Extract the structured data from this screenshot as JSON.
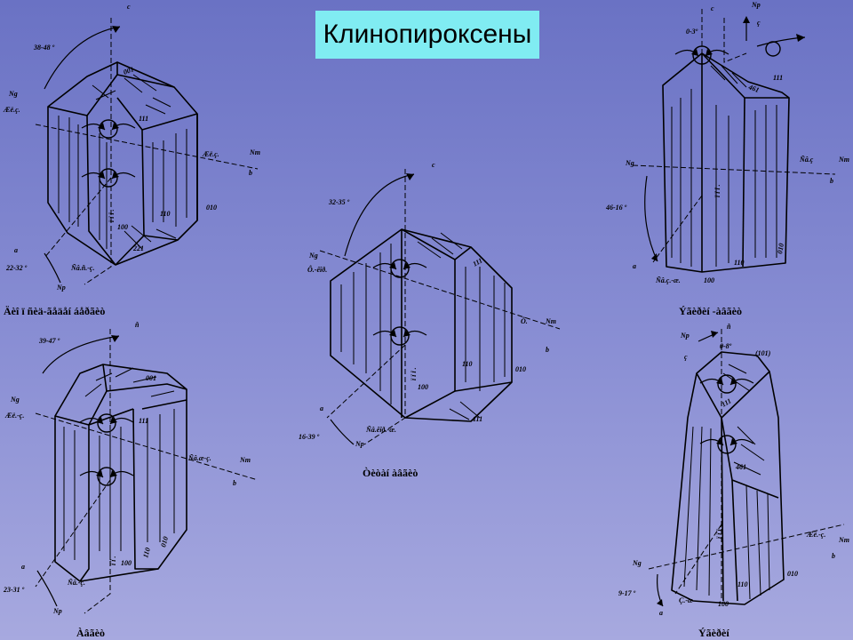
{
  "title": "Клинопироксены",
  "crystals": [
    {
      "caption": "Äèî ï ñèä-ãåäåí áåðãèò",
      "angle": "38-48 º",
      "angle_low": "22-32 º",
      "axis_c": "c",
      "ng": "Ng",
      "ng_sub": "Æë.ç.",
      "nm": "Nm",
      "nm_sub": "Æë.ç.",
      "b": "b",
      "a": "a",
      "np": "Np",
      "np_sub": "Ñâ.ñ.-ç.",
      "faces": [
        "001",
        "111",
        "110",
        "100",
        "221",
        "010"
      ],
      "cleavage": "ï ï ï ."
    },
    {
      "caption": "Àâãèò",
      "angle": "39-47 º",
      "angle_low": "23-31 º",
      "axis_c": "ñ",
      "ng": "Ng",
      "ng_sub": "Æë.-ç.",
      "nm": "Nm",
      "nm_sub": "Ñâ.æ-ç.",
      "b": "b",
      "a": "a",
      "np": "Np",
      "np_sub": "Ñâ.-ç.",
      "faces": [
        "001",
        "111",
        "110",
        "100",
        "010"
      ],
      "cleavage": "ï ï ."
    },
    {
      "caption": "Òèòàí àâãèò",
      "angle": "32-35 º",
      "angle_low": "16-39 º",
      "axis_c": "c",
      "ng": "Ng",
      "ng_sub": "Ô.-êîð.",
      "nm": "Nm",
      "nm_sub": "Ô.",
      "b": "b",
      "a": "a",
      "np": "Np",
      "np_sub": "Ñâ.êîð.-æ.",
      "faces": [
        "111",
        "110",
        "100",
        "010",
        "111"
      ],
      "cleavage": "ï ï ï ."
    },
    {
      "caption": "Ýãèðèí -àâãèò",
      "angle": "0-3º",
      "angle_low": "46-16 º",
      "axis_c": "c",
      "ng": "Ng",
      "ng_sub": "Ñâ.ç",
      "nm": "Nm",
      "nm_sub": "",
      "b": "b",
      "a": "a",
      "np": "Np",
      "np_sub": "Ñâ.ç.-æ.",
      "top_mark": "ç",
      "faces": [
        "111",
        "461",
        "110",
        "100",
        "010"
      ],
      "cleavage": "ï ï ï ."
    },
    {
      "caption": "Ýãèðèí",
      "angle": "0-8º",
      "angle_low": "9-17 º",
      "axis_c": "ñ",
      "ng": "Ng",
      "ng_sub": "",
      "nm": "Nm",
      "nm_sub": "Æë.-ç.",
      "b": "b",
      "a": "a",
      "np": "Np",
      "np_sub": "Ç.-æ",
      "top_mark": "ç",
      "faces": [
        "(101)",
        "111",
        "461",
        "110",
        "100",
        "010"
      ],
      "cleavage": "ï ï ï ."
    }
  ]
}
